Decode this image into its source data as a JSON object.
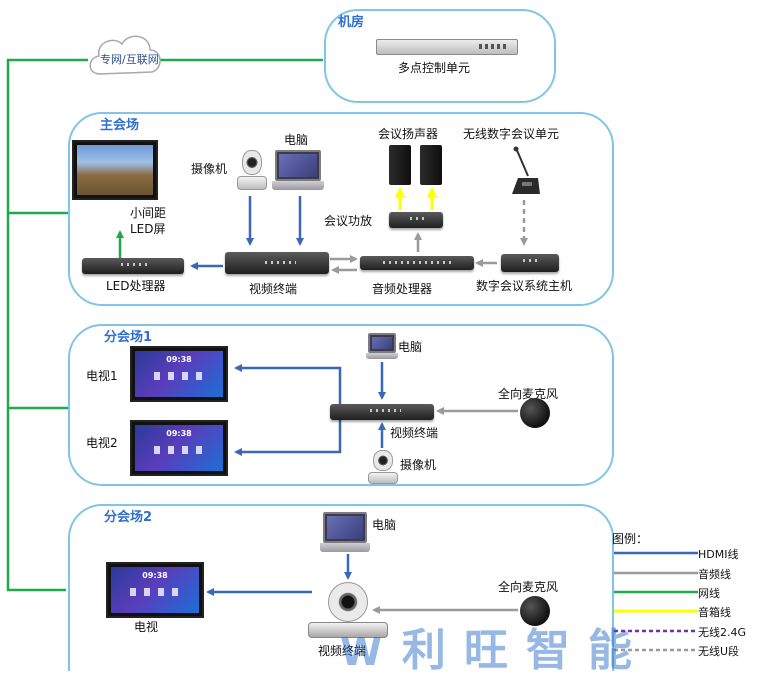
{
  "cloud": {
    "label": "专网/互联网"
  },
  "sections": {
    "machine_room": {
      "title": "机房",
      "mcu_label": "多点控制单元"
    },
    "main_venue": {
      "title": "主会场",
      "computer": "电脑",
      "camera": "摄像机",
      "speaker": "会议扬声器",
      "wireless_unit": "无线数字会议单元",
      "led_screen_line1": "小间距",
      "led_screen_line2": "LED屏",
      "amplifier": "会议功放",
      "led_processor": "LED处理器",
      "video_terminal": "视频终端",
      "audio_processor": "音频处理器",
      "conference_host": "数字会议系统主机"
    },
    "branch1": {
      "title": "分会场1",
      "computer": "电脑",
      "tv1": "电视1",
      "tv2": "电视2",
      "microphone": "全向麦克风",
      "video_terminal": "视频终端",
      "camera": "摄像机",
      "tv_time": "09:38"
    },
    "branch2": {
      "title": "分会场2",
      "computer": "电脑",
      "microphone": "全向麦克风",
      "tv": "电视",
      "video_terminal": "视频终端",
      "tv_time": "09:38"
    }
  },
  "legend": {
    "title": "图例：",
    "items": [
      {
        "label": "HDMI线",
        "color": "#3b67b8",
        "style": "solid"
      },
      {
        "label": "音频线",
        "color": "#9a9a9a",
        "style": "solid"
      },
      {
        "label": "网线",
        "color": "#1faa4a",
        "style": "solid"
      },
      {
        "label": "音箱线",
        "color": "#ffff00",
        "style": "solid"
      },
      {
        "label": "无线2.4G",
        "color": "#7a2da8",
        "style": "dashed"
      },
      {
        "label": "无线U段",
        "color": "#9a9a9a",
        "style": "dashed"
      }
    ]
  },
  "watermark": {
    "text": "利旺智能"
  },
  "colors": {
    "hdmi": "#3b67b8",
    "audio": "#9a9a9a",
    "network": "#1faa4a",
    "speaker_line": "#ffff00",
    "panel_border": "#7fc6e6",
    "title": "#2e6fd0"
  }
}
